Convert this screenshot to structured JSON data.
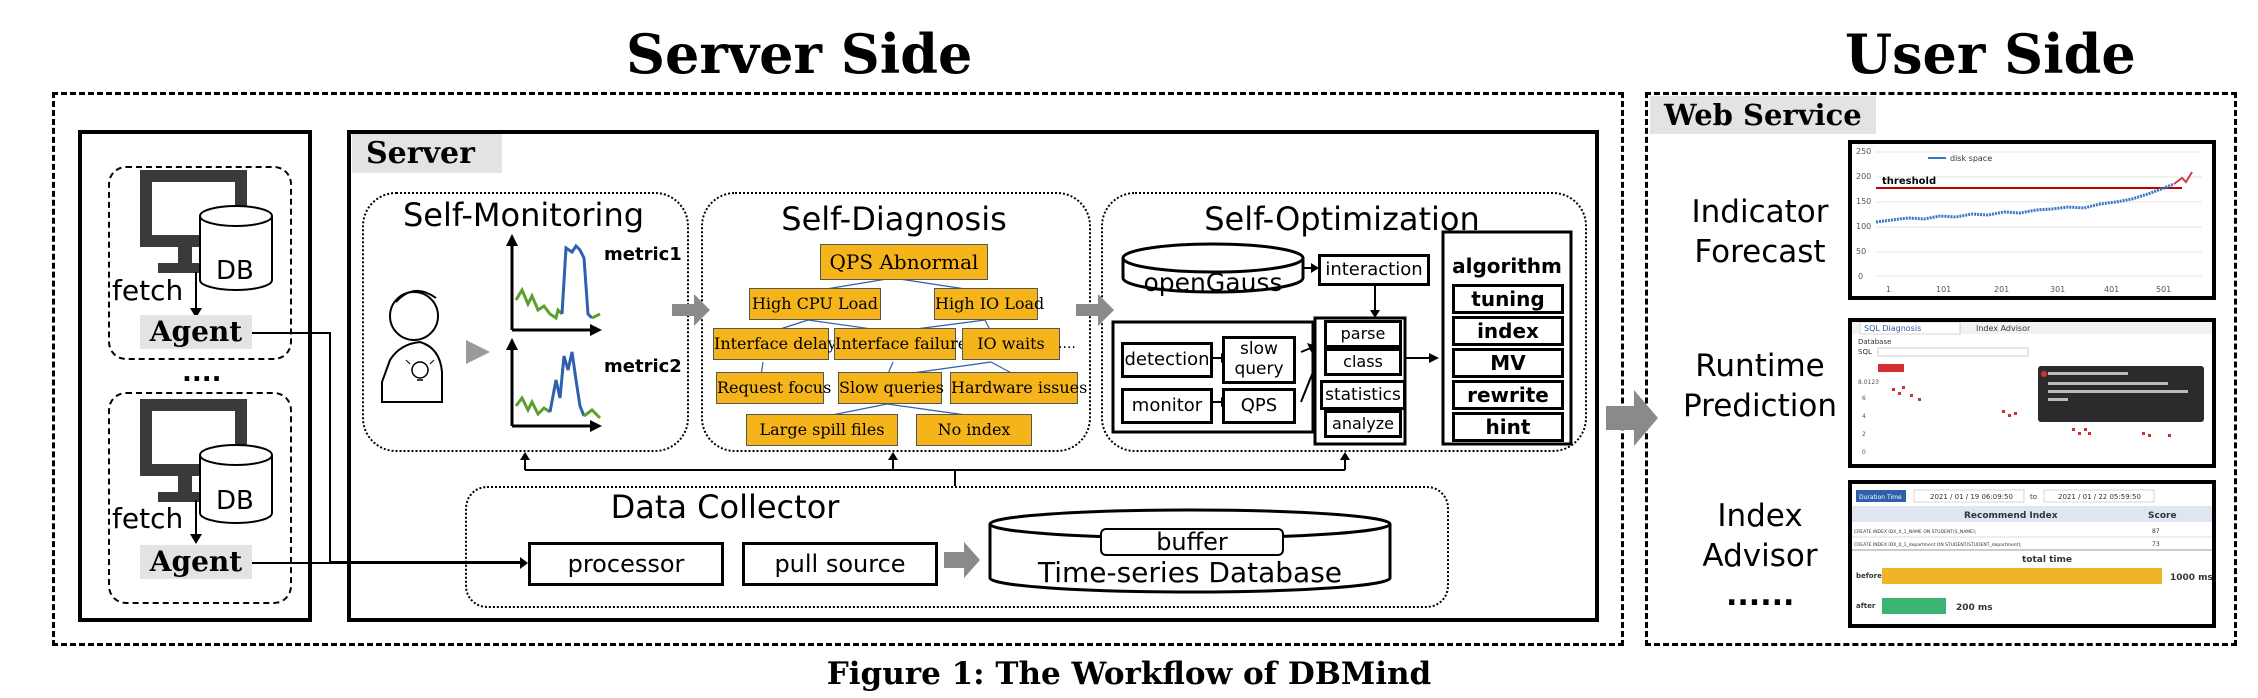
{
  "titles": {
    "server": "Server Side",
    "user": "User Side"
  },
  "caption": "Figure 1: The Workflow of DBMind",
  "agents": {
    "fetch": "fetch",
    "db": "DB",
    "agent": "Agent",
    "ellipsis": "...."
  },
  "server": {
    "tag": "Server",
    "monitoring": {
      "title": "Self-Monitoring",
      "metric1": "metric1",
      "metric2": "metric2"
    },
    "diagnosis": {
      "title": "Self-Diagnosis",
      "nodes": {
        "qps": "QPS Abnormal",
        "cpu": "High CPU Load",
        "io": "High IO Load",
        "iface_delay": "Interface delay",
        "iface_fail": "Interface failure",
        "io_waits": "IO waits",
        "request": "Request focus",
        "slow": "Slow queries",
        "hardware": "Hardware issues",
        "spill": "Large spill files",
        "noindex": "No index"
      }
    },
    "optimization": {
      "title": "Self-Optimization",
      "opengauss": "openGauss",
      "interaction": "interaction",
      "detection": "detection",
      "slowquery": "slow query",
      "monitor": "monitor",
      "qps": "QPS",
      "parse": "parse",
      "class": "class",
      "statistics": "statistics",
      "analyze": "analyze",
      "algorithm": "algorithm",
      "tuning": "tuning",
      "index": "index",
      "mv": "MV",
      "rewrite": "rewrite",
      "hint": "hint"
    },
    "collector": {
      "title": "Data Collector",
      "processor": "processor",
      "pull": "pull source",
      "buffer": "buffer",
      "tsdb": "Time-series Database"
    }
  },
  "user": {
    "tag": "Web Service",
    "items": [
      {
        "l1": "Indicator",
        "l2": "Forecast"
      },
      {
        "l1": "Runtime",
        "l2": "Prediction"
      },
      {
        "l1": "Index",
        "l2": "Advisor"
      }
    ],
    "more": "......",
    "forecast": {
      "legend": "disk space",
      "threshold": "threshold",
      "yticks": [
        "250",
        "200",
        "150",
        "100",
        "50",
        "0"
      ],
      "xticks": [
        "1",
        "101",
        "201",
        "301",
        "401",
        "501"
      ]
    },
    "runtime": {
      "tab1": "SQL Diagnosis",
      "tab2": "Index Advisor",
      "db": "Database",
      "sql": "SQL",
      "yticks": [
        "8.0123",
        "6",
        "4",
        "2",
        "0"
      ]
    },
    "advisor": {
      "duration": "Duration Time",
      "t1": "2021 / 01 / 19 06:09:50",
      "to": "to",
      "t2": "2021 / 01 / 22 05:59:50",
      "col1": "Recommend Index",
      "col2": "Score",
      "row1a": "CREATE INDEX IDX_0_1_NAME ON STUDENT(S_NAME);",
      "row1b": "87",
      "row2a": "CREATE INDEX IDX_0_1_department ON STUDENT(STUDENT_department);",
      "row2b": "73",
      "total": "total time",
      "before": "before",
      "before_v": "1000 ms",
      "after": "after",
      "after_v": "200 ms"
    }
  }
}
